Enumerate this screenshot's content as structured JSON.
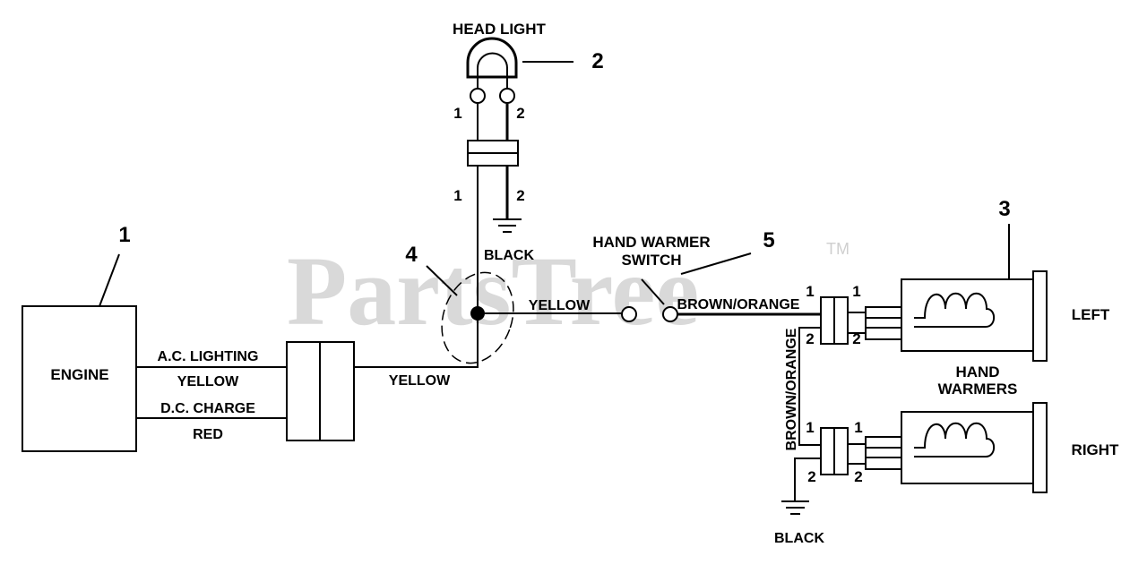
{
  "watermark": {
    "text": "PartsTree",
    "trademark": "TM"
  },
  "components": {
    "engine": "ENGINE",
    "head_light": "HEAD LIGHT",
    "hand_warmer_switch_line1": "HAND WARMER",
    "hand_warmer_switch_line2": "SWITCH",
    "hand_warmers_line1": "HAND",
    "hand_warmers_line2": "WARMERS",
    "left": "LEFT",
    "right": "RIGHT"
  },
  "wires": {
    "ac_lighting": "A.C. LIGHTING",
    "yellow": "YELLOW",
    "dc_charge": "D.C. CHARGE",
    "red": "RED",
    "black": "BLACK",
    "brown_orange": "BROWN/ORANGE"
  },
  "callouts": [
    "1",
    "2",
    "3",
    "4",
    "5"
  ],
  "pins": {
    "one": "1",
    "two": "2"
  }
}
